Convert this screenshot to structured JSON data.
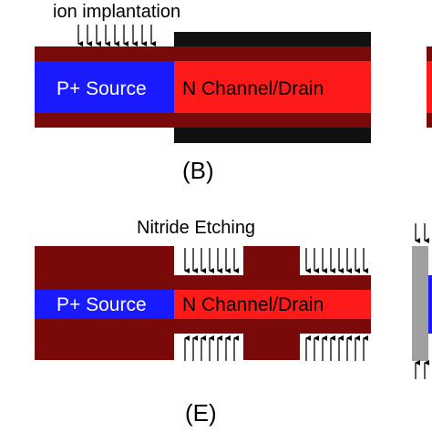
{
  "panel_b": {
    "heading": "ion implantation",
    "source_label": "P+ Source",
    "channel_label": "N Channel/Drain",
    "caption": "(B)"
  },
  "panel_e": {
    "heading": "Nitride Etching",
    "source_label": "P+ Source",
    "channel_label": "N Channel/Drain",
    "caption": "(E)"
  },
  "colors": {
    "oxide": "#7a0a0a",
    "p_plus_source": "#1a1aff",
    "n_channel": "#ff1a1a",
    "nitride": "#111111",
    "spacer_gray": "#a0a0a0",
    "arrow": "#000000"
  }
}
